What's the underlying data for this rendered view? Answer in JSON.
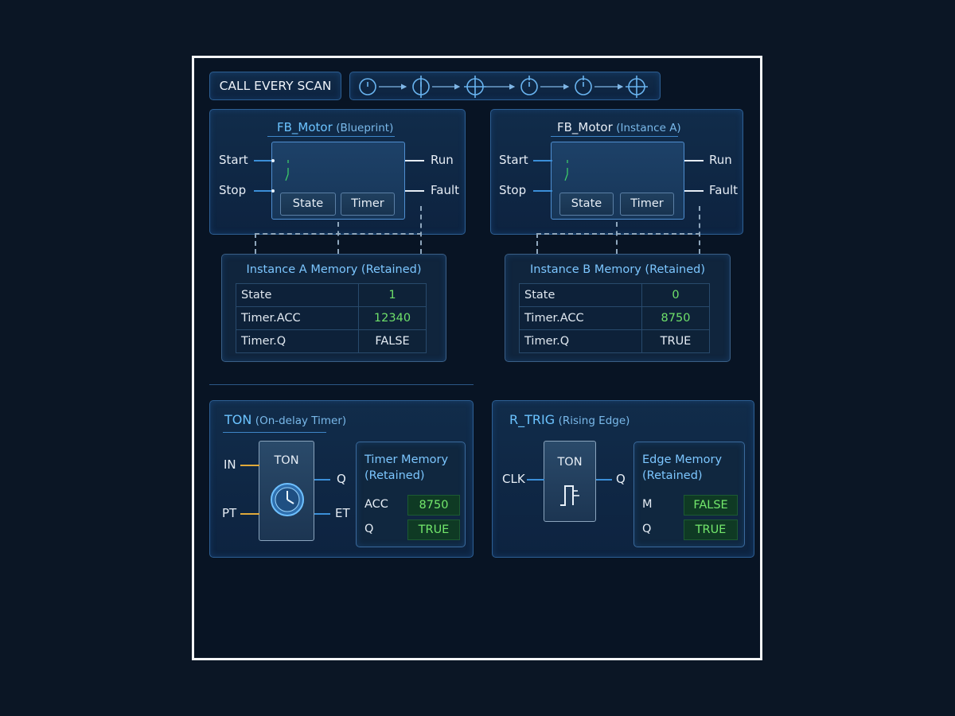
{
  "header": {
    "call_label": "CALL EVERY SCAN",
    "scan_cycle_icons": [
      "clock-icon",
      "clock-icon",
      "crosshair-clock-icon",
      "clock-icon",
      "clock-icon",
      "crosshair-clock-icon"
    ]
  },
  "blueprint": {
    "title_main": "FB_Motor",
    "title_sub": "(Blueprint)",
    "inputs": [
      "Start",
      "Stop"
    ],
    "outputs": [
      "Run",
      "Fault"
    ],
    "chips": [
      "State",
      "Timer"
    ]
  },
  "instance_a_block": {
    "title_main": "FB_Motor",
    "title_sub": "(Instance A)",
    "inputs": [
      "Start",
      "Stop"
    ],
    "outputs": [
      "Run",
      "Fault"
    ],
    "chips": [
      "State",
      "Timer"
    ]
  },
  "memory_a": {
    "title": "Instance A Memory (Retained)",
    "rows": [
      {
        "key": "State",
        "value": "1",
        "highlight": true
      },
      {
        "key": "Timer.ACC",
        "value": "12340",
        "highlight": true
      },
      {
        "key": "Timer.Q",
        "value": "FALSE",
        "highlight": false
      }
    ]
  },
  "memory_b": {
    "title": "Instance B Memory (Retained)",
    "rows": [
      {
        "key": "State",
        "value": "0",
        "highlight": true
      },
      {
        "key": "Timer.ACC",
        "value": "8750",
        "highlight": true
      },
      {
        "key": "Timer.Q",
        "value": "TRUE",
        "highlight": false
      }
    ]
  },
  "ton_panel": {
    "title_main": "TON",
    "title_sub": "(On-delay Timer)",
    "block_label": "TON",
    "inputs": [
      "IN",
      "PT"
    ],
    "outputs": [
      "Q",
      "ET"
    ],
    "memory_title_line1": "Timer Memory",
    "memory_title_line2": "(Retained)",
    "memory": [
      {
        "key": "ACC",
        "value": "8750"
      },
      {
        "key": "Q",
        "value": "TRUE"
      }
    ]
  },
  "rtrig_panel": {
    "title_main": "R_TRIG",
    "title_sub": "(Rising Edge)",
    "block_label": "TON",
    "inputs": [
      "CLK"
    ],
    "outputs": [
      "Q"
    ],
    "memory_title_line1": "Edge Memory",
    "memory_title_line2": "(Retained)",
    "memory": [
      {
        "key": "M",
        "value": "FALSE"
      },
      {
        "key": "Q",
        "value": "TRUE"
      }
    ]
  },
  "colors": {
    "background": "#081424",
    "accent": "#3b8fd8",
    "true_green": "#6fe06a",
    "timer_wire": "#e0a93a"
  }
}
